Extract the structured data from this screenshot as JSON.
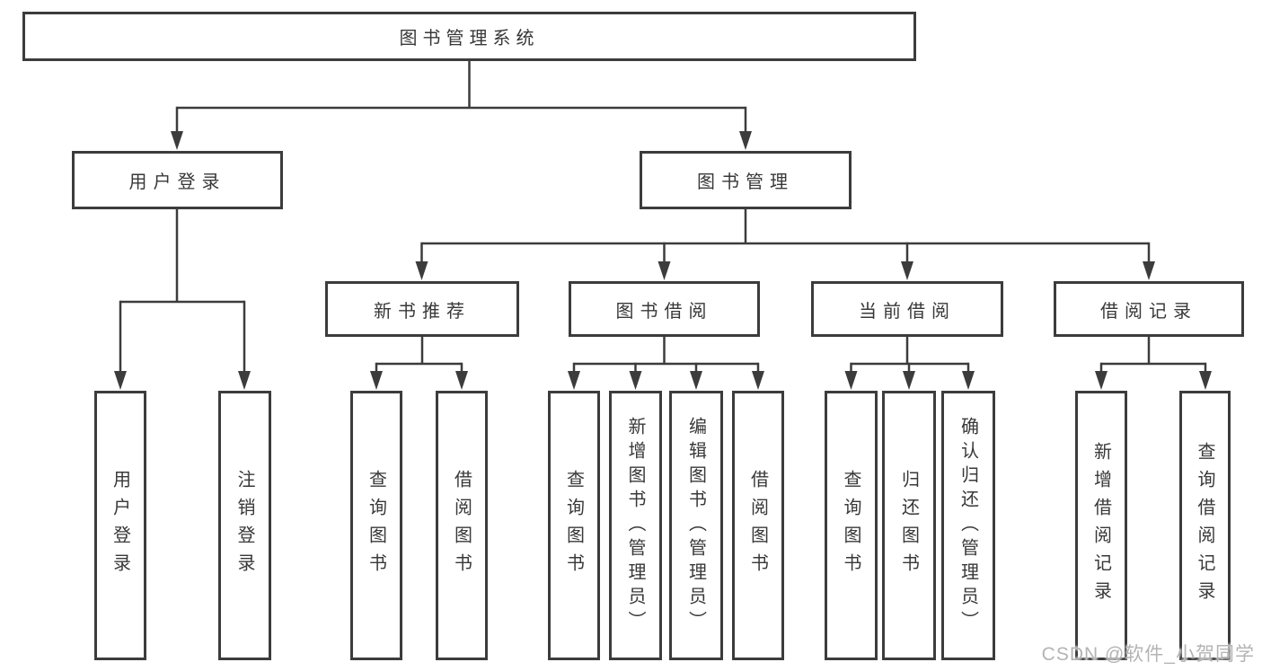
{
  "diagram": {
    "root": {
      "label": "图书管理系统",
      "children": [
        {
          "label": "用户登录",
          "children": [
            {
              "label": "用户登录"
            },
            {
              "label": "注销登录"
            }
          ]
        },
        {
          "label": "图书管理",
          "children": [
            {
              "label": "新书推荐",
              "children": [
                {
                  "label": "查询图书"
                },
                {
                  "label": "借阅图书"
                }
              ]
            },
            {
              "label": "图书借阅",
              "children": [
                {
                  "label": "查询图书"
                },
                {
                  "label": "新增图书（管理员）"
                },
                {
                  "label": "编辑图书（管理员）"
                },
                {
                  "label": "借阅图书"
                }
              ]
            },
            {
              "label": "当前借阅",
              "children": [
                {
                  "label": "查询图书"
                },
                {
                  "label": "归还图书"
                },
                {
                  "label": "确认归还（管理员）"
                }
              ]
            },
            {
              "label": "借阅记录",
              "children": [
                {
                  "label": "新增借阅记录"
                },
                {
                  "label": "查询借阅记录"
                }
              ]
            }
          ]
        }
      ]
    }
  },
  "watermark": {
    "text": "CSDN @软件_小贺同学"
  },
  "colors": {
    "connector": "#3c3c3c",
    "box_border": "#3c3c3c",
    "text": "#383838",
    "watermark": "#b4b4b4"
  }
}
